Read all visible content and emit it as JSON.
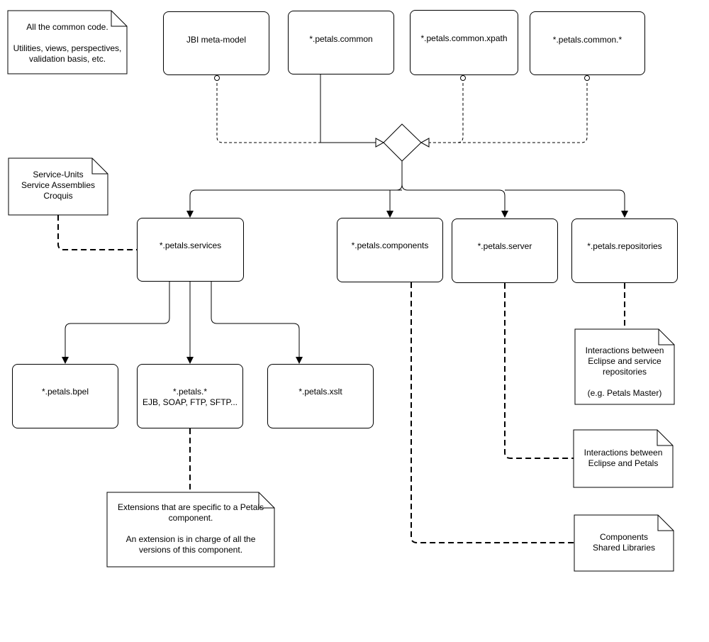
{
  "modules": {
    "jbi_meta_model": "JBI meta-model",
    "common": "*.petals.common",
    "common_xpath": "*.petals.common.xpath",
    "common_star": "*.petals.common.*",
    "services": "*.petals.services",
    "components": "*.petals.components",
    "server": "*.petals.server",
    "repositories": "*.petals.repositories",
    "bpel": "*.petals.bpel",
    "petals_star_line1": "*.petals.*",
    "petals_star_line2": "EJB, SOAP, FTP, SFTP...",
    "xslt": "*.petals.xslt"
  },
  "notes": {
    "common_code": [
      "All the common code.",
      "",
      "Utilities, views, perspectives,",
      "validation basis, etc."
    ],
    "service_units": [
      "Service-Units",
      "Service Assemblies",
      "Croquis"
    ],
    "repositories_note": [
      "Interactions between",
      "Eclipse and service",
      "repositories",
      "",
      "(e.g. Petals Master)"
    ],
    "eclipse_petals": [
      "Interactions between",
      "Eclipse and Petals"
    ],
    "shared_libs": [
      "Components",
      "Shared Libraries"
    ],
    "extensions": [
      "Extensions that are specific to a Petals",
      "component.",
      "",
      "An extension is in charge of all the",
      "versions of this component."
    ]
  }
}
